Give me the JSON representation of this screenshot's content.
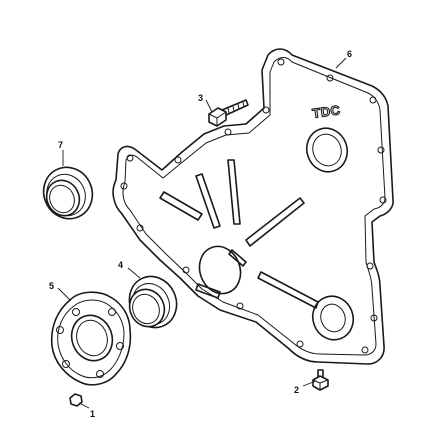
{
  "diagram": {
    "embossed_marking": "TDC",
    "callouts": [
      {
        "id": "1",
        "label": "1"
      },
      {
        "id": "2",
        "label": "2"
      },
      {
        "id": "3",
        "label": "3"
      },
      {
        "id": "4",
        "label": "4"
      },
      {
        "id": "5",
        "label": "5"
      },
      {
        "id": "6",
        "label": "6"
      },
      {
        "id": "7",
        "label": "7"
      }
    ]
  },
  "colors": {
    "line": "#1a1a1a",
    "background": "#ffffff"
  }
}
